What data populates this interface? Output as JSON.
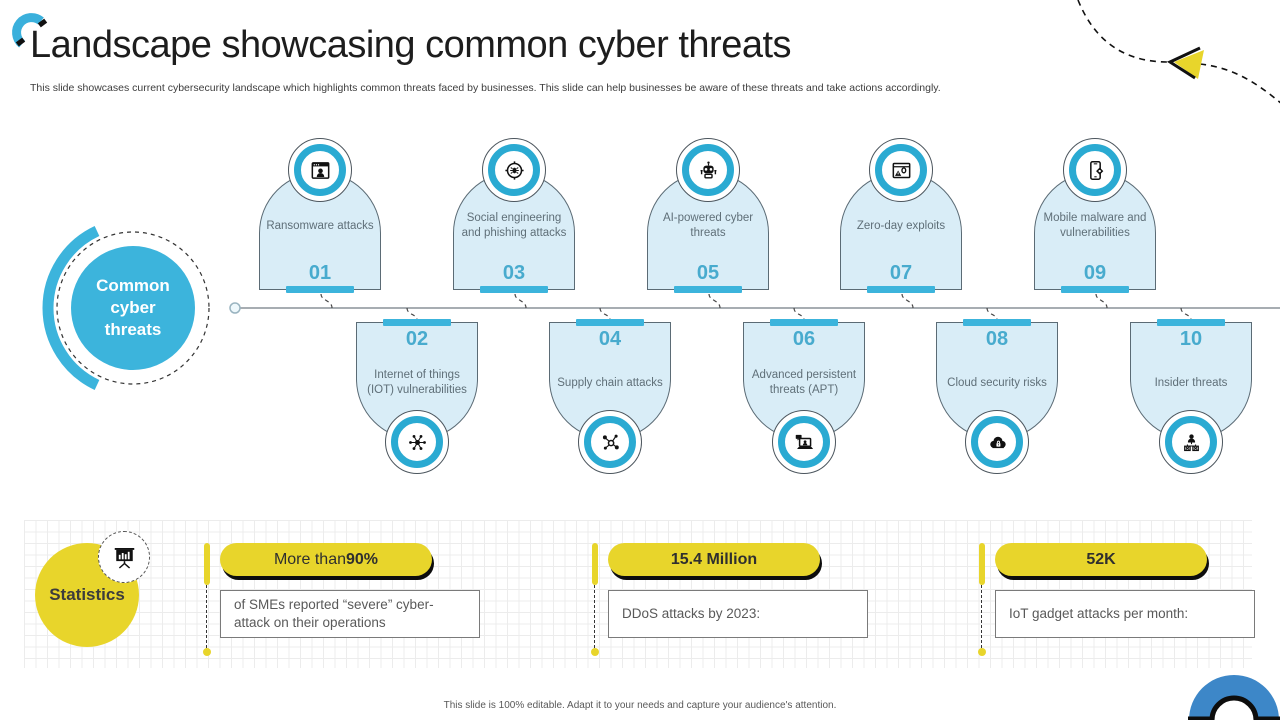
{
  "slide": {
    "title": "Landscape showcasing common cyber threats",
    "subtitle": "This slide showcases current cybersecurity landscape which highlights common threats faced by businesses. This slide can help businesses be aware of these threats and take actions accordingly.",
    "footer_note": "This slide is 100% editable. Adapt it to your needs and capture your audience's attention."
  },
  "hub": {
    "label": "Common cyber threats"
  },
  "timeline": {
    "items": [
      {
        "number": "01",
        "label": "Ransomware attacks",
        "icon": "ransomware-hacker-icon",
        "position": "top"
      },
      {
        "number": "02",
        "label": "Internet of things (IOT) vulnerabilities",
        "icon": "iot-network-icon",
        "position": "bottom"
      },
      {
        "number": "03",
        "label": "Social engineering and phishing attacks",
        "icon": "phishing-bug-target-icon",
        "position": "top"
      },
      {
        "number": "04",
        "label": "Supply chain attacks",
        "icon": "supply-chain-nodes-icon",
        "position": "bottom"
      },
      {
        "number": "05",
        "label": "AI-powered cyber threats",
        "icon": "ai-robot-icon",
        "position": "top"
      },
      {
        "number": "06",
        "label": "Advanced persistent threats (APT)",
        "icon": "laptop-intrusion-icon",
        "position": "bottom"
      },
      {
        "number": "07",
        "label": "Zero-day exploits",
        "icon": "zero-day-window-icon",
        "position": "top"
      },
      {
        "number": "08",
        "label": "Cloud security risks",
        "icon": "cloud-lock-icon",
        "position": "bottom"
      },
      {
        "number": "09",
        "label": "Mobile malware and vulnerabilities",
        "icon": "mobile-malware-icon",
        "position": "top"
      },
      {
        "number": "10",
        "label": "Insider threats",
        "icon": "insider-threat-icon",
        "position": "bottom"
      }
    ]
  },
  "statistics": {
    "section_label": "Statistics",
    "section_icon": "presentation-chart-icon",
    "items": [
      {
        "headline_prefix": "More than ",
        "headline_value": "90%",
        "description": "of SMEs reported “severe” cyber-attack on their operations"
      },
      {
        "headline_prefix": "",
        "headline_value": "15.4 Million",
        "description": "DDoS attacks by 2023:"
      },
      {
        "headline_prefix": "",
        "headline_value": "52K",
        "description": "IoT gadget attacks per month:"
      }
    ]
  },
  "colors": {
    "accent_blue": "#3cb4dc",
    "light_blue_fill": "#d9edf7",
    "number_blue": "#48abce",
    "yellow": "#e8d52b",
    "arch_blue": "#3d87c8",
    "line_gray": "#8a9299"
  }
}
